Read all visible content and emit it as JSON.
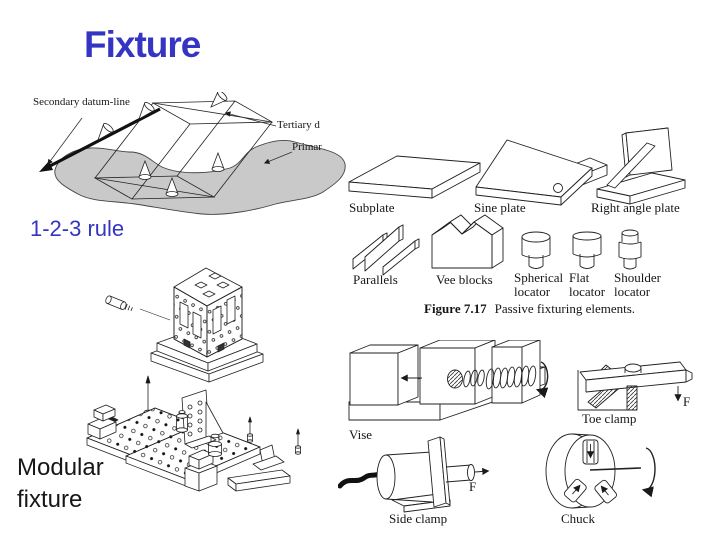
{
  "slide": {
    "title": "Fixture"
  },
  "colors": {
    "accent_blue": "#3535c3",
    "ink": "#1a1a1a",
    "blob_gray": "#c9c9c9"
  },
  "datum": {
    "secondary_label": "Secondary datum-line",
    "tertiary_label": "Tertiary d",
    "primary_label": "Primar",
    "rule_label": "1-2-3 rule"
  },
  "figure717": {
    "row1": [
      "Subplate",
      "Sine plate",
      "Right angle plate"
    ],
    "row2": [
      {
        "l1": "Parallels",
        "l2": ""
      },
      {
        "l1": "Vee blocks",
        "l2": ""
      },
      {
        "l1": "Spherical",
        "l2": "locator"
      },
      {
        "l1": "Flat",
        "l2": "locator"
      },
      {
        "l1": "Shoulder",
        "l2": "locator"
      }
    ],
    "caption_figure": "Figure 7.17",
    "caption_text": "Passive fixturing elements."
  },
  "clamps": {
    "vise": "Vise",
    "toe_clamp": "Toe clamp",
    "side_clamp": "Side clamp",
    "chuck": "Chuck",
    "force": "F"
  },
  "modular": {
    "line1": "Modular",
    "line2": "fixture"
  }
}
